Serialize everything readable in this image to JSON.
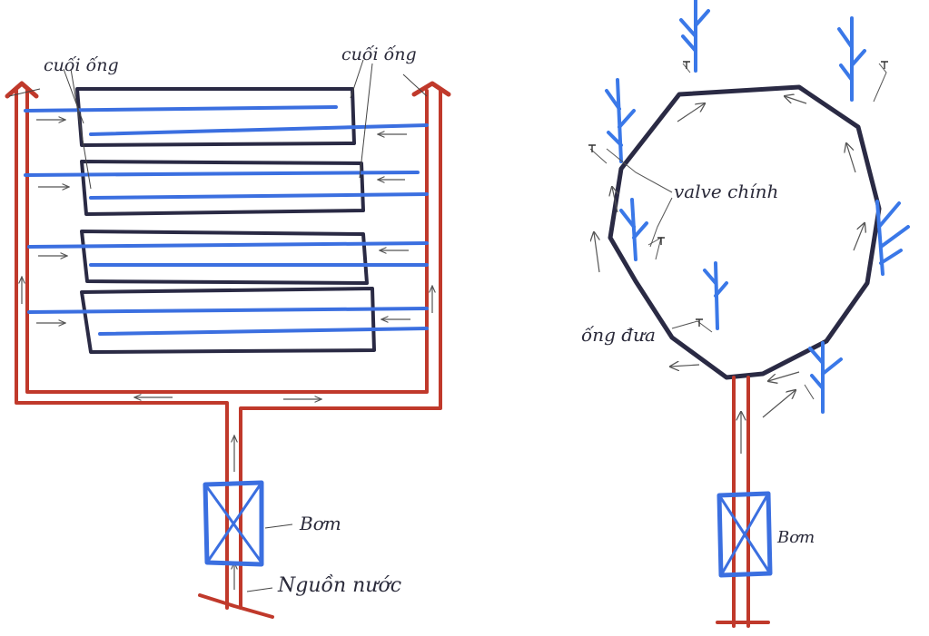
{
  "colors": {
    "red_pipe": "#c0392b",
    "blue_pipe": "#3b6fe0",
    "outline": "#2a2a44",
    "pencil": "#555555",
    "sprinkler_blue": "#3a78e8"
  },
  "left_diagram": {
    "label_tube_end_left": "cuối ống",
    "label_tube_end_right": "cuối ống",
    "label_pump": "Bơm",
    "label_water_source": "Nguồn nước",
    "blocks": 4
  },
  "right_diagram": {
    "label_main_valve": "valve chính",
    "label_sprinkler_pipe": "ống đưa",
    "label_pump": "Bơm"
  }
}
